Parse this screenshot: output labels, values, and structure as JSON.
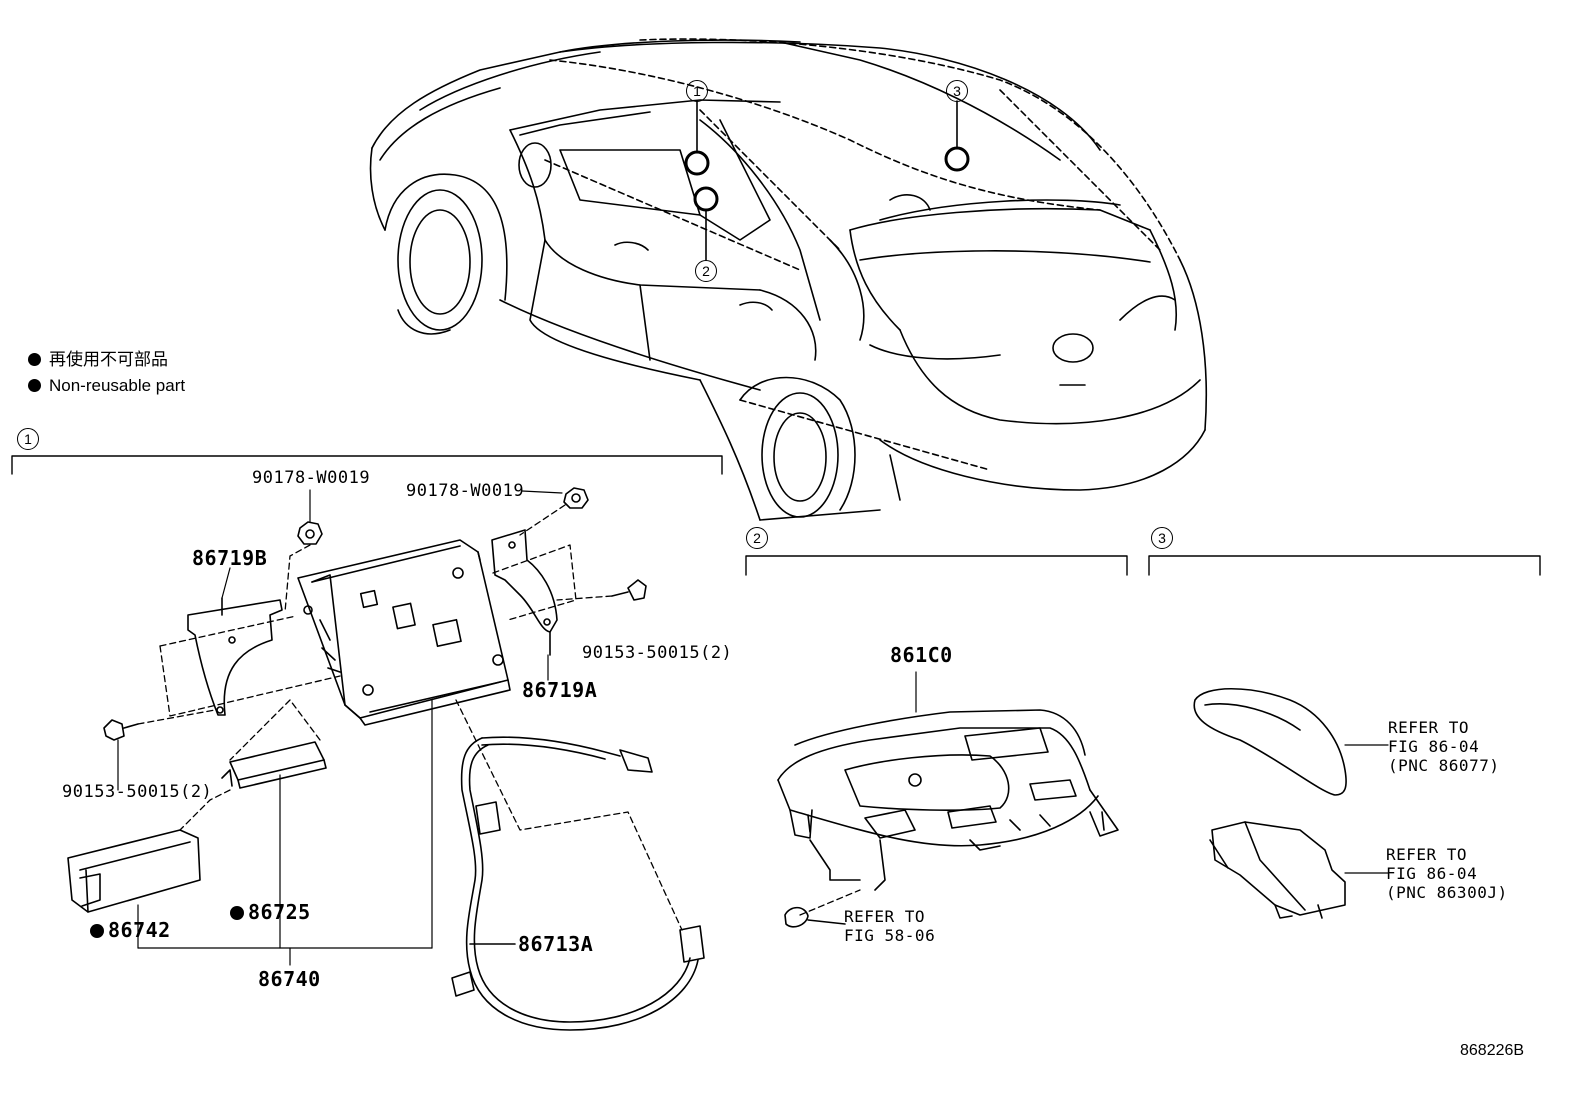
{
  "legend": {
    "jp": "再使用不可部品",
    "en": "Non-reusable part"
  },
  "callouts": {
    "c1": "1",
    "c2": "2",
    "c3": "3"
  },
  "sections": {
    "s1": "1",
    "s2": "2",
    "s3": "3"
  },
  "parts": {
    "p90178_a": "90178-W0019",
    "p90178_b": "90178-W0019",
    "p86719B": "86719B",
    "p86719A": "86719A",
    "p90153_a": "90153-50015(2)",
    "p90153_b": "90153-50015(2)",
    "p86742": "86742",
    "p86725": "86725",
    "p86740": "86740",
    "p86713A": "86713A",
    "p861C0": "861C0"
  },
  "refs": {
    "fig5806": "REFER TO\nFIG 58-06",
    "fig8604a": "REFER TO\nFIG 86-04\n(PNC 86077)",
    "fig8604b": "REFER TO\nFIG 86-04\n(PNC 86300J)"
  },
  "diagram_id": "868226B"
}
